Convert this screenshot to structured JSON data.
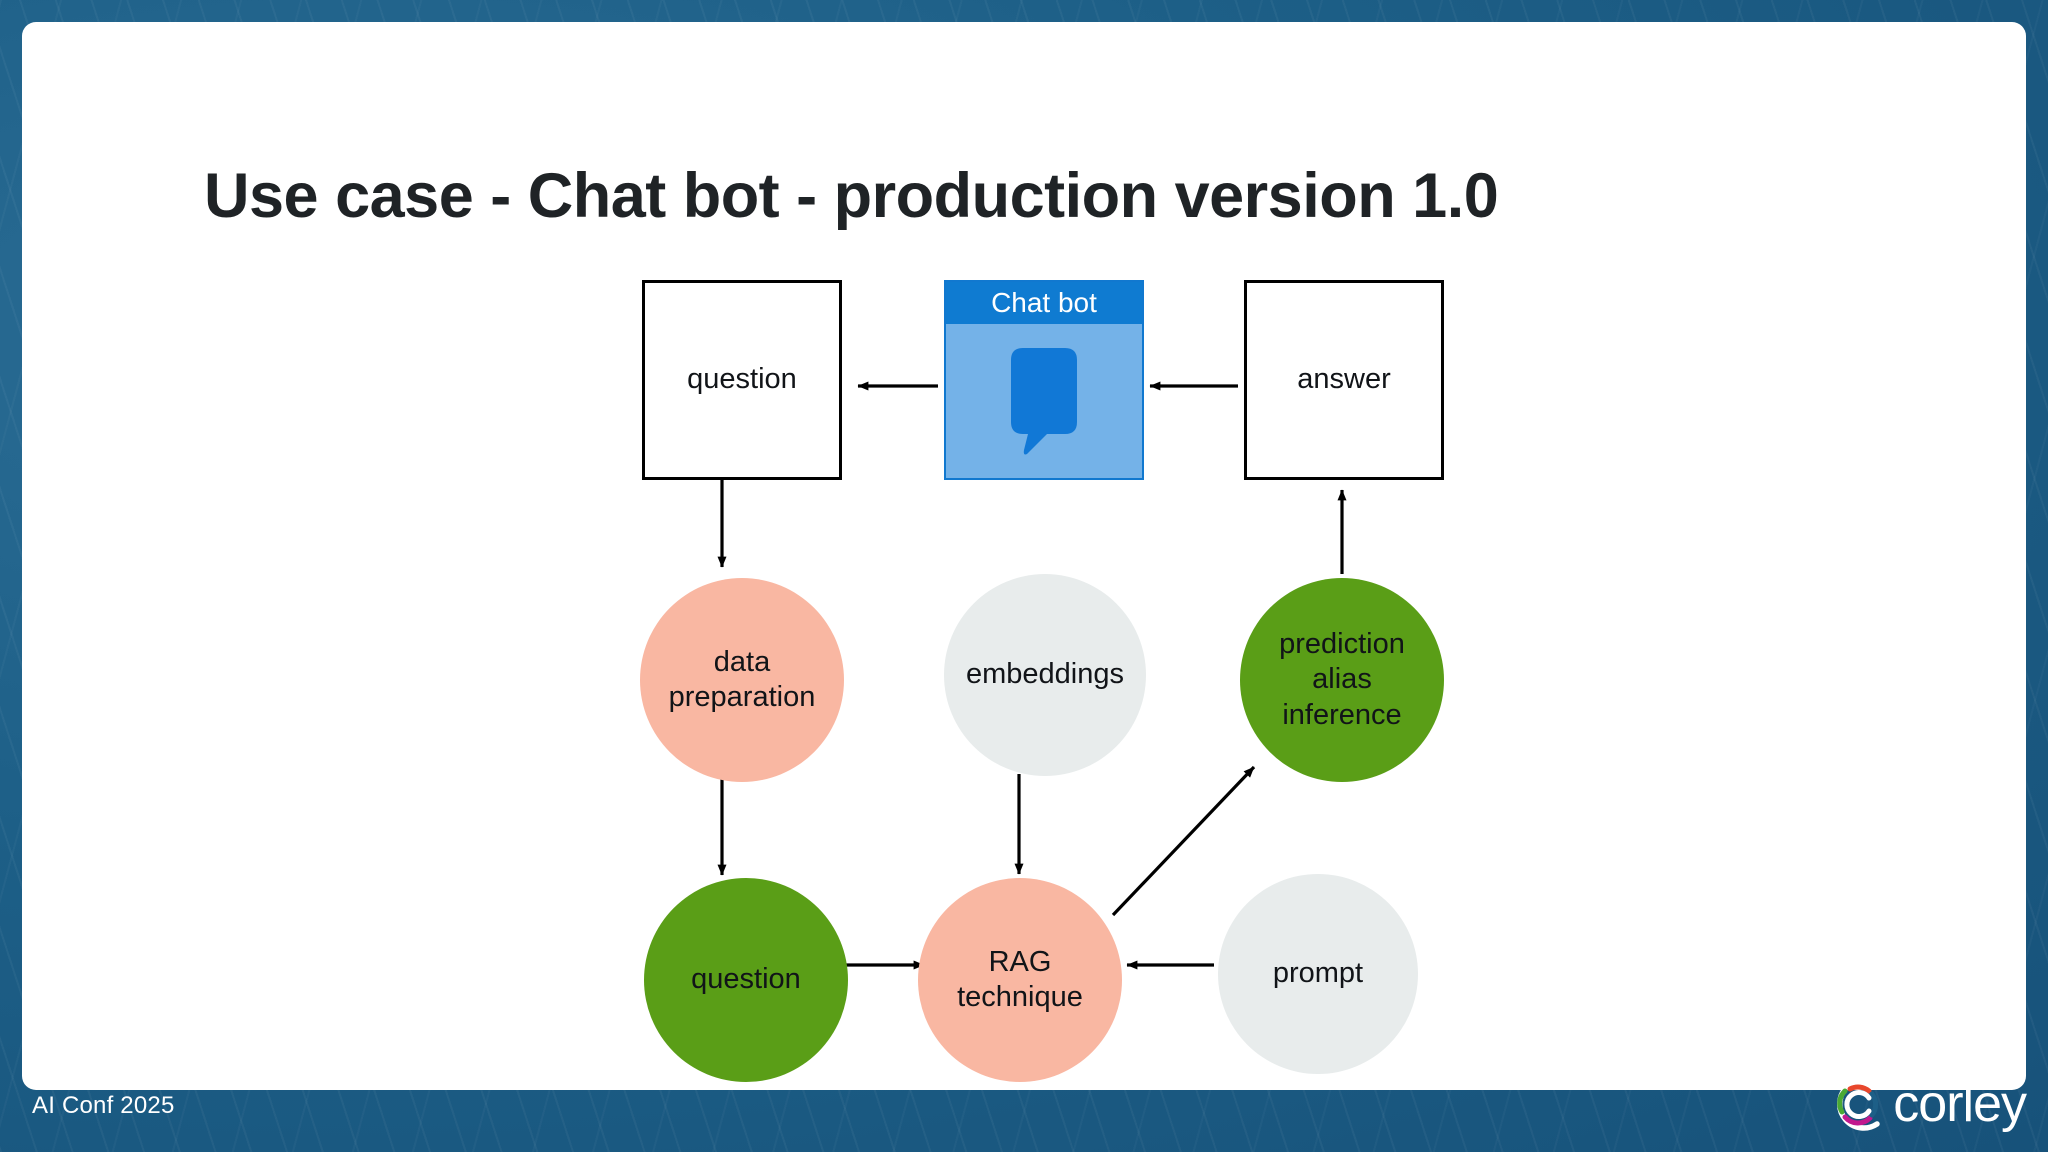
{
  "slide": {
    "title": "Use case - Chat bot - production version 1.0",
    "background_color": "#1d5f87",
    "card_color": "#ffffff"
  },
  "diagram": {
    "type": "flowchart",
    "nodes": [
      {
        "id": "question_box",
        "label": "question",
        "shape": "rectangle",
        "fill": "#ffffff",
        "stroke": "#000000"
      },
      {
        "id": "chatbot",
        "label": "Chat bot",
        "shape": "card",
        "header_fill": "#0f7bd1",
        "body_fill": "#74b2e8",
        "icon": "speech-bubble-icon"
      },
      {
        "id": "answer_box",
        "label": "answer",
        "shape": "rectangle",
        "fill": "#ffffff",
        "stroke": "#000000"
      },
      {
        "id": "data_preparation",
        "label": "data\npreparation",
        "line1": "data",
        "line2": "preparation",
        "shape": "circle",
        "fill": "#f9b7a2"
      },
      {
        "id": "embeddings",
        "label": "embeddings",
        "shape": "circle",
        "fill": "#e8ecec"
      },
      {
        "id": "prediction",
        "label": "prediction alias inference",
        "line1": "prediction",
        "line2": "alias",
        "line3": "inference",
        "shape": "circle",
        "fill": "#5a9e17"
      },
      {
        "id": "question_circle",
        "label": "question",
        "shape": "circle",
        "fill": "#5a9e17"
      },
      {
        "id": "rag",
        "label": "RAG technique",
        "line1": "RAG",
        "line2": "technique",
        "shape": "circle",
        "fill": "#f9b7a2"
      },
      {
        "id": "prompt",
        "label": "prompt",
        "shape": "circle",
        "fill": "#e8ecec"
      }
    ],
    "edges": [
      {
        "from": "chatbot",
        "to": "question_box",
        "direction": "left"
      },
      {
        "from": "answer_box",
        "to": "chatbot",
        "direction": "left"
      },
      {
        "from": "question_box",
        "to": "data_preparation",
        "direction": "down"
      },
      {
        "from": "data_preparation",
        "to": "question_circle",
        "direction": "down"
      },
      {
        "from": "embeddings",
        "to": "rag",
        "direction": "down"
      },
      {
        "from": "question_circle",
        "to": "rag",
        "direction": "right"
      },
      {
        "from": "prompt",
        "to": "rag",
        "direction": "left"
      },
      {
        "from": "rag",
        "to": "prediction",
        "direction": "up-right"
      },
      {
        "from": "prediction",
        "to": "answer_box",
        "direction": "up"
      }
    ]
  },
  "footer": {
    "event_label": "AI Conf 2025",
    "brand_name": "corley",
    "brand_mark": "corley-c-logo-icon"
  }
}
